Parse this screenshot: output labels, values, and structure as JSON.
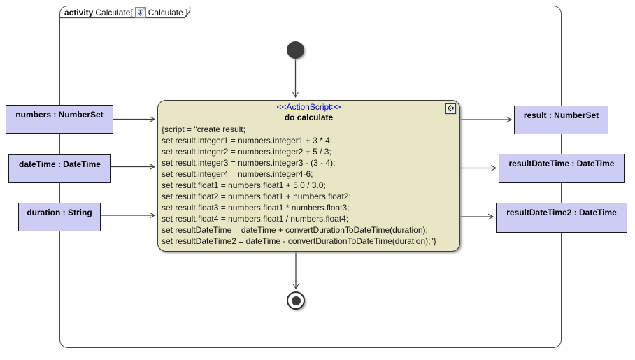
{
  "frame": {
    "keyword": "activity",
    "name_left": "Calculate[",
    "name_right": "Calculate ]",
    "header_icon": "activity-diagram-icon"
  },
  "action": {
    "stereotype": "<<ActionScript>>",
    "name": "do calculate",
    "script_lines": [
      "{script = \"create result;",
      "set result.integer1 = numbers.integer1 + 3 * 4;",
      "set result.integer2 = numbers.integer2 + 5 / 3;",
      "set result.integer3 = numbers.integer3 - (3 - 4);",
      "set result.integer4 = numbers.integer4-6;",
      "set result.float1 = numbers.float1 + 5.0 / 3.0;",
      "set result.float2 = numbers.float1 + numbers.float2;",
      "set result.float3 = numbers.float1 * numbers.float3;",
      "set result.float4 = numbers.float1 / numbers.float4;",
      "set resultDateTime = dateTime + convertDurationToDateTime(duration);",
      "set resultDateTime2 = dateTime - convertDurationToDateTime(duration);\"}"
    ],
    "corner_icon": "behavior-gear-icon"
  },
  "pins": {
    "inputs": [
      {
        "label": "numbers : NumberSet"
      },
      {
        "label": "dateTime : DateTime"
      },
      {
        "label": "duration : String"
      }
    ],
    "outputs": [
      {
        "label": "result : NumberSet"
      },
      {
        "label": "resultDateTime : DateTime"
      },
      {
        "label": "resultDateTime2 : DateTime"
      }
    ]
  },
  "nodes": {
    "initial": "initial-node",
    "final": "activity-final-node"
  },
  "colors": {
    "action_fill": "#e8e6c4",
    "pin_fill": "#ccccf4",
    "stereotype_text": "#0000cc",
    "edge_stroke": "#3f3f3f",
    "frame_border": "#4a4a4a"
  }
}
